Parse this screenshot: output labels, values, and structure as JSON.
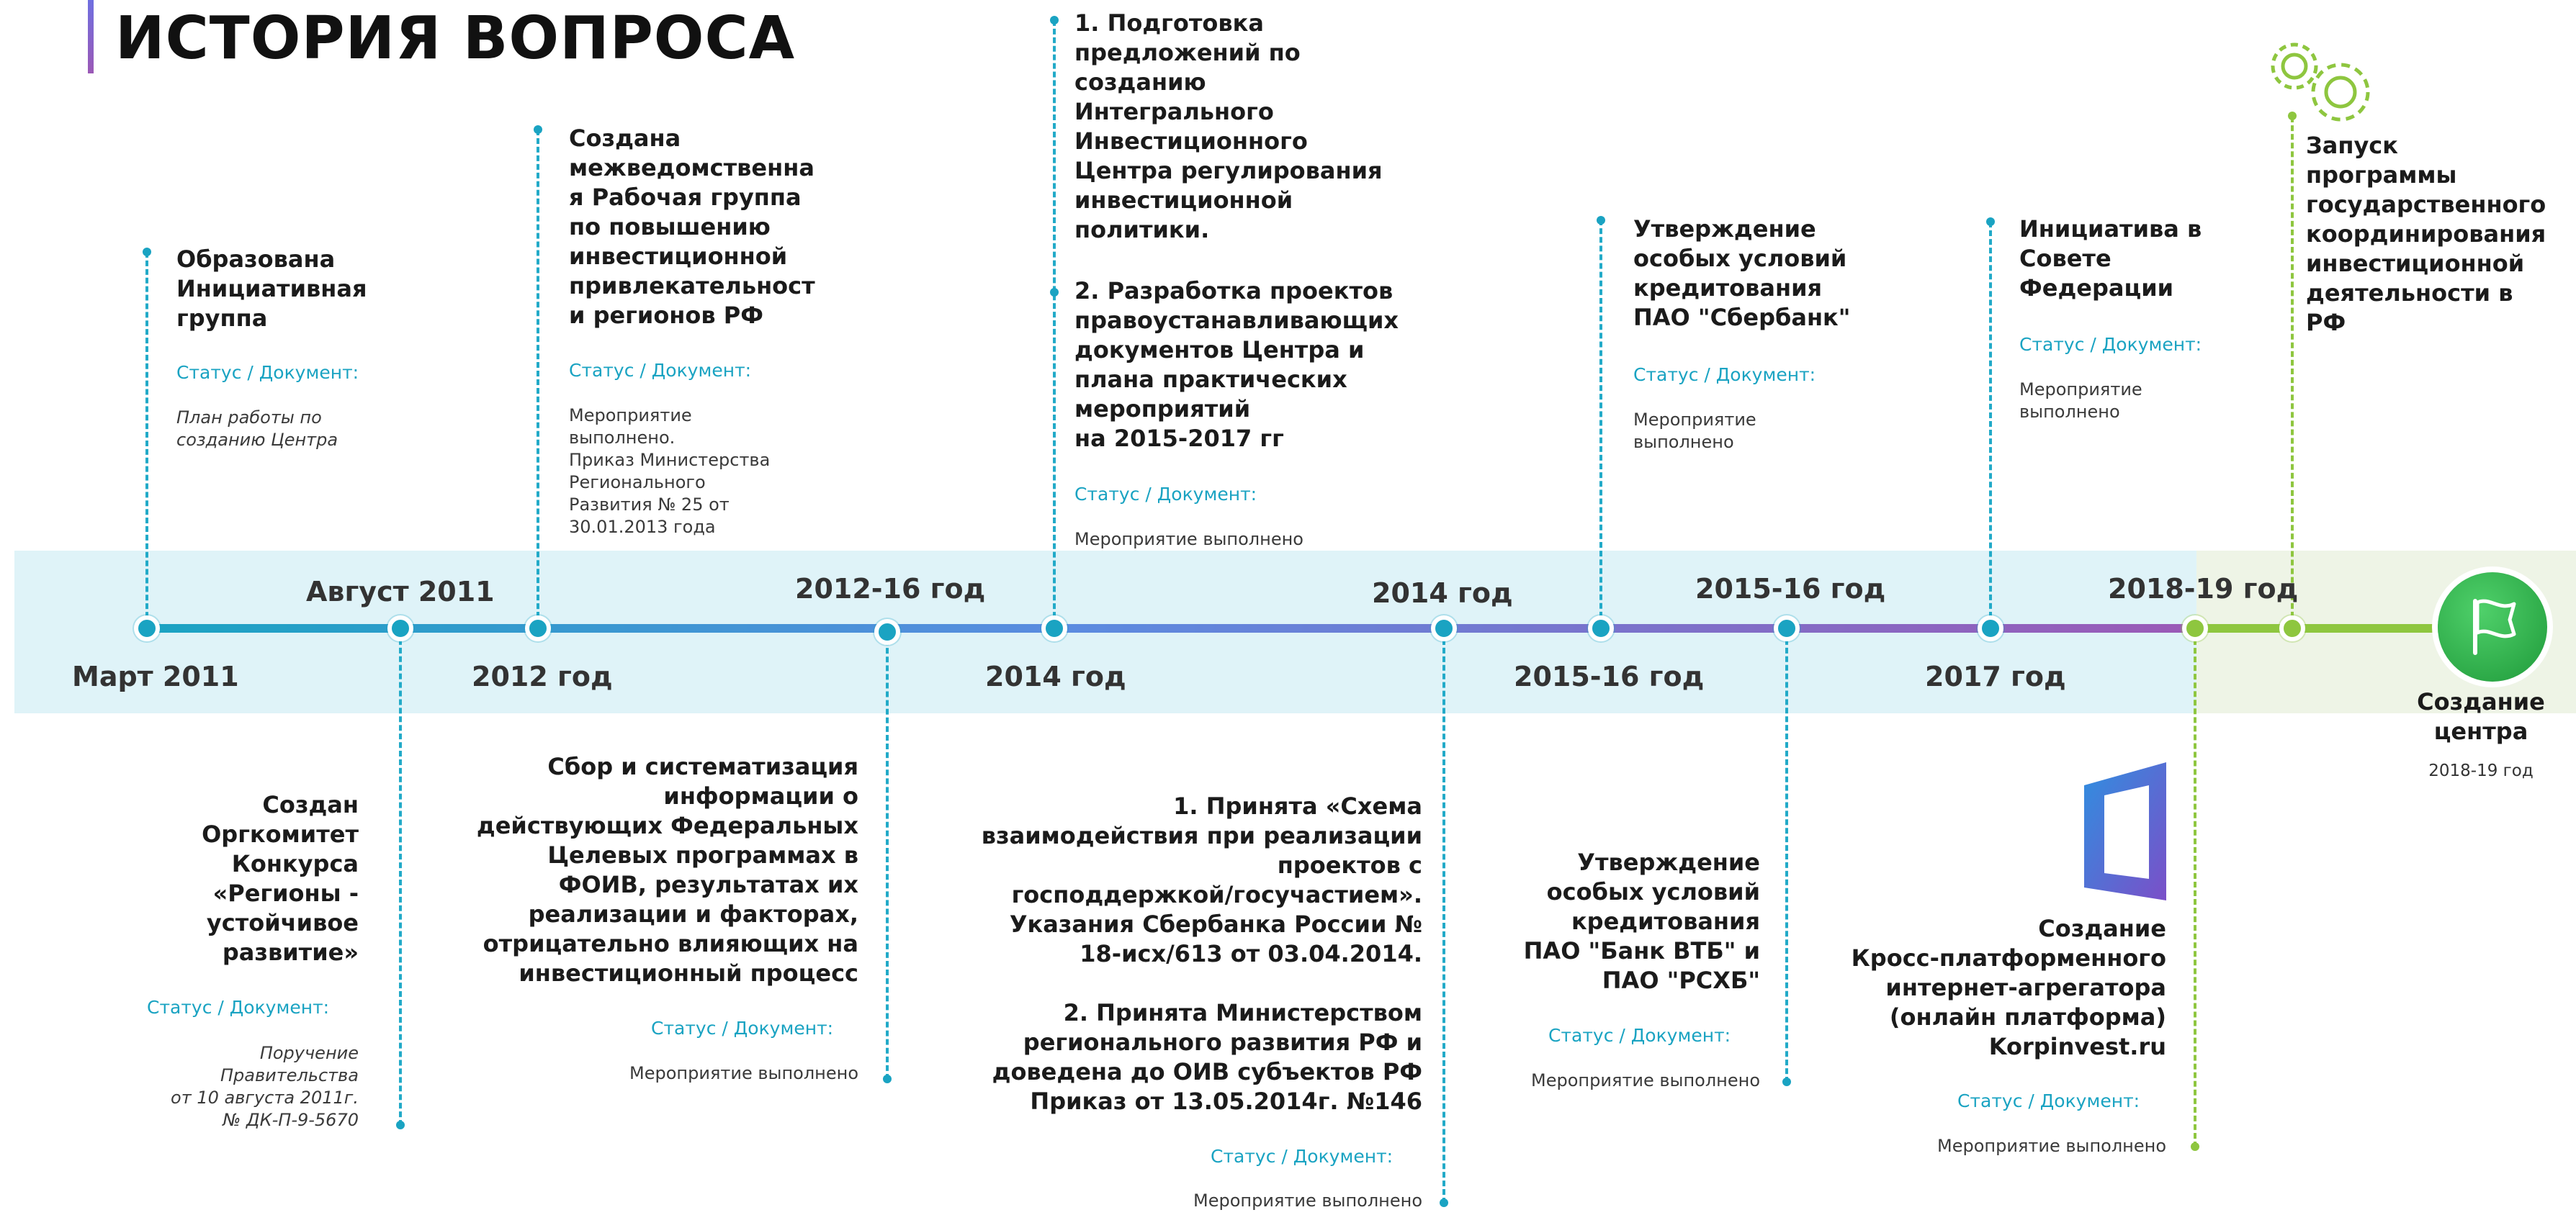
{
  "title": "ИСТОРИЯ ВОПРОСА",
  "status_label": "Статус / Документ:",
  "colors": {
    "line_start": "#1aa3c2",
    "line_end": "#9b59b6",
    "line_final": "#8ec63f",
    "band": "#dff3f8",
    "band_final": "#eef4e6",
    "accent": "#1aa3c2"
  },
  "dates": {
    "d1": "Март 2011",
    "d2": "Август 2011",
    "d3": "2012 год",
    "d4": "2012-16 год",
    "d5": "2014 год",
    "d6": "2014 год",
    "d7": "2015-16 год",
    "d8": "2015-16 год",
    "d9": "2017 год",
    "d10": "2018-19 год"
  },
  "events_top": [
    {
      "title": "Образована\nИнициативная\nгруппа",
      "doc": "План работы по\nсозданию Центра"
    },
    {
      "title": "Создана\nмежведомственна\nя Рабочая группа\nпо повышению\nинвестиционной\nпривлекательност\nи регионов РФ",
      "doc": "Мероприятие\nвыполнено.\nПриказ Министерства\nРегионального\nРазвития № 25 от\n30.01.2013 года"
    },
    {
      "title": "1. Подготовка\nпредложений по\nсозданию\nИнтегрального\nИнвестиционного\nЦентра регулирования\nинвестиционной\nполитики.",
      "title2": " 2. Разработка проектов\nправоустанавливающих\nдокументов Центра и\nплана практических\nмероприятий\nна 2015-2017 гг",
      "doc": "Мероприятие выполнено"
    },
    {
      "title": "Утверждение\nособых условий\nкредитования\nПАО \"Сбербанк\"",
      "doc": "Мероприятие\nвыполнено"
    },
    {
      "title": "Инициатива в\nСовете\nФедерации",
      "doc": "Мероприятие\nвыполнено"
    },
    {
      "title": "Запуск\nпрограммы\nгосударственного\nкоординирования\nинвестиционной\nдеятельности в\nРФ"
    }
  ],
  "events_bottom": [
    {
      "title": "Создан\nОргкомитет\nКонкурса\n«Регионы  -\nустойчивое\nразвитие»",
      "doc": "Поручение\nПравительства\nот 10 августа 2011г.\n№ ДК-П-9-5670"
    },
    {
      "title": "Сбор и систематизация\nинформации о\nдействующих Федеральных\nЦелевых программах в\nФОИВ, результатах их\nреализации и факторах,\nотрицательно влияющих на\nинвестиционный процесс",
      "doc": "Мероприятие выполнено"
    },
    {
      "title": "1. Принята «Схема\nвзаимодействия при реализации\nпроектов с\nгосподдержкой/госучастием».\nУказания Сбербанка России №\n18-исх/613 от 03.04.2014.",
      "title2": "2. Принята Министерством\nрегионального развития РФ и\nдоведена до ОИВ субъектов РФ\nПриказ от 13.05.2014г.  №146",
      "doc": "Мероприятие выполнено"
    },
    {
      "title": "Утверждение\nособых условий\nкредитования\nПАО \"Банк ВТБ\" и\nПАО \"РСХБ\"",
      "doc": "Мероприятие выполнено"
    },
    {
      "title": "Создание\nКросс-платформенного\nинтернет-агрегатора\n(онлайн платформа)\nKorpinvest.ru",
      "doc": "Мероприятие выполнено"
    }
  ],
  "final": {
    "title": "Создание\nцентра",
    "date": "2018-19 год",
    "icon": "flag-icon"
  },
  "icons": {
    "gears": "gears-icon",
    "portal": "portal-logo-icon"
  }
}
